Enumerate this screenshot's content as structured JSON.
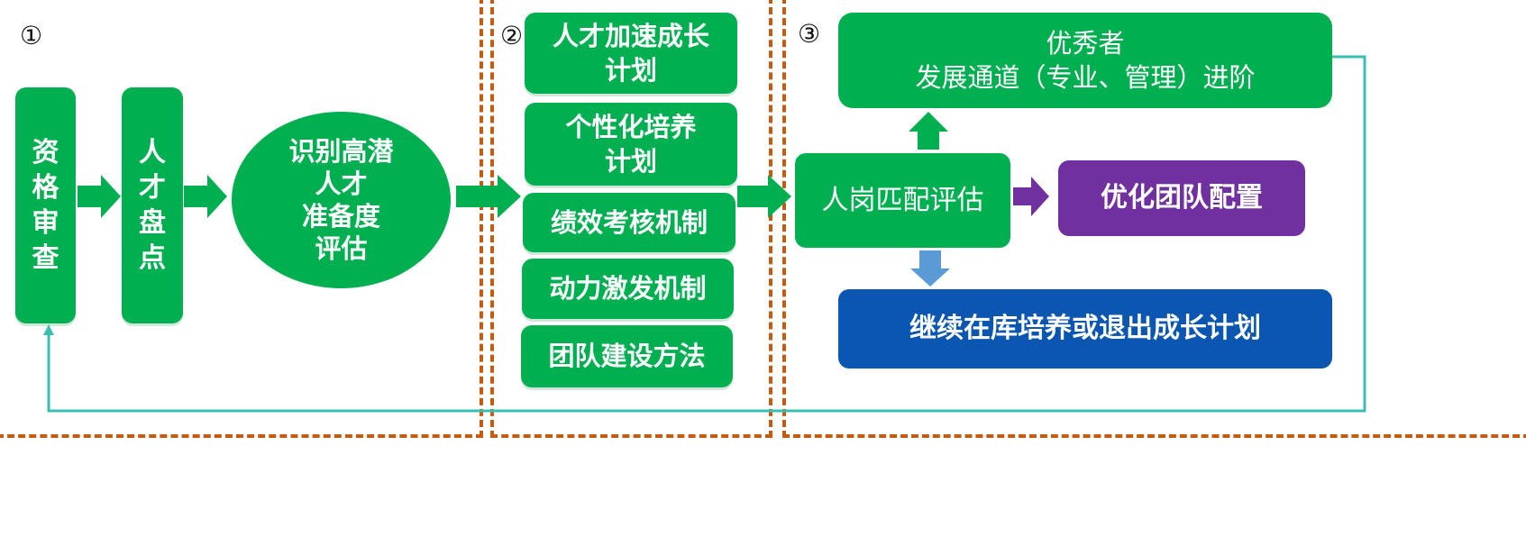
{
  "colors": {
    "frame": "#c55a11",
    "green": "#00b050",
    "purple": "#7030a0",
    "blue": "#0a56b0",
    "arrow_blue": "#5b9bd5",
    "loop_line": "#3bbfb0"
  },
  "sections": [
    {
      "marker": "①"
    },
    {
      "marker": "②"
    },
    {
      "marker": "③"
    }
  ],
  "stage1": {
    "qualification_review": [
      "资",
      "格",
      "审",
      "查"
    ],
    "talent_inventory": [
      "人",
      "才",
      "盘",
      "点"
    ],
    "identify": [
      "识别高潜",
      "人才",
      "准备度",
      "评估"
    ]
  },
  "stage2": {
    "items": [
      [
        "人才加速成长",
        "计划"
      ],
      [
        "个性化培养",
        "计划"
      ],
      [
        "绩效考核机制"
      ],
      [
        "动力激发机制"
      ],
      [
        "团队建设方法"
      ]
    ]
  },
  "stage3": {
    "top": [
      "优秀者",
      "发展通道（专业、管理）进阶"
    ],
    "match": "人岗匹配评估",
    "optimize": "优化团队配置",
    "continue": "继续在库培养或退出成长计划"
  }
}
